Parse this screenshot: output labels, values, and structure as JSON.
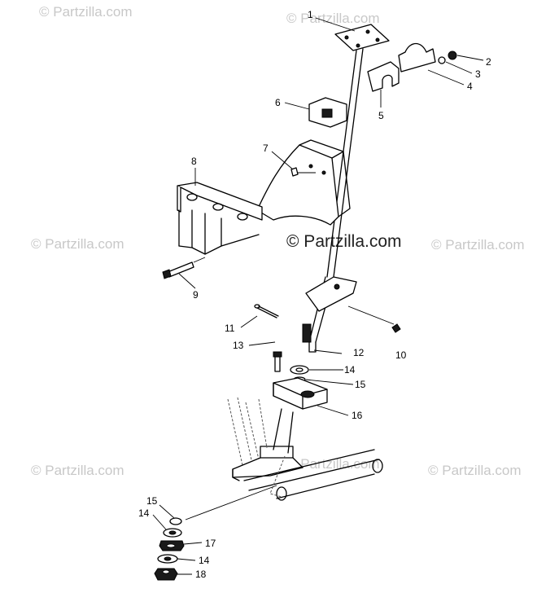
{
  "watermarks": {
    "brand": "© Partzilla.com",
    "center": "© Partzilla.com"
  },
  "callouts": [
    {
      "id": "c1",
      "label": "1"
    },
    {
      "id": "c2",
      "label": "2"
    },
    {
      "id": "c3",
      "label": "3"
    },
    {
      "id": "c4",
      "label": "4"
    },
    {
      "id": "c5",
      "label": "5"
    },
    {
      "id": "c6",
      "label": "6"
    },
    {
      "id": "c7",
      "label": "7"
    },
    {
      "id": "c8",
      "label": "8"
    },
    {
      "id": "c9",
      "label": "9"
    },
    {
      "id": "c10",
      "label": "10"
    },
    {
      "id": "c11",
      "label": "11"
    },
    {
      "id": "c12",
      "label": "12"
    },
    {
      "id": "c13",
      "label": "13"
    },
    {
      "id": "c14a",
      "label": "14"
    },
    {
      "id": "c15a",
      "label": "15"
    },
    {
      "id": "c16",
      "label": "16"
    },
    {
      "id": "c15b",
      "label": "15"
    },
    {
      "id": "c14b",
      "label": "14"
    },
    {
      "id": "c17",
      "label": "17"
    },
    {
      "id": "c14c",
      "label": "14"
    },
    {
      "id": "c18",
      "label": "18"
    }
  ]
}
